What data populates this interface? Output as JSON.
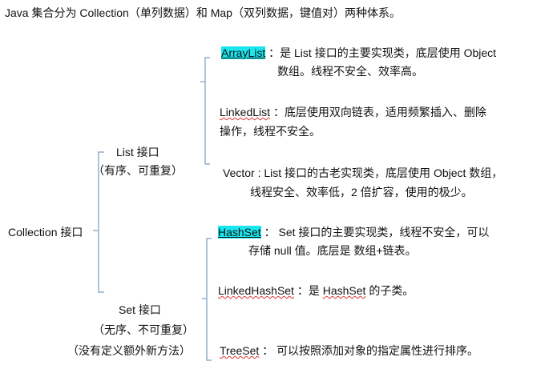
{
  "title": "Java 集合分为 Collection（单列数据）和 Map（双列数据，键值对）两种体系。",
  "root": "Collection 接口",
  "list": {
    "label": "List 接口",
    "note": "（有序、可重复）",
    "items": [
      {
        "name": "ArrayList",
        "sep": "：",
        "line1": "是 List 接口的主要实现类，底层使用 Object",
        "line2": "数组。线程不安全、效率高。"
      },
      {
        "name": "LinkedList",
        "sep": "：",
        "line1": "底层使用双向链表，适用频繁插入、删除",
        "line2": "操作，线程不安全。"
      },
      {
        "name": "Vector",
        "sep": ":",
        "line1": "List 接口的古老实现类，底层使用 Object 数组，",
        "line2": "线程安全、效率低，2 倍扩容，使用的极少。"
      }
    ]
  },
  "set": {
    "label": "Set 接口",
    "note": "（无序、不可重复）",
    "note2": "（没有定义额外新方法）",
    "items": [
      {
        "name": "HashSet",
        "sep": "：",
        "line1": "Set 接口的主要实现类，线程不安全，可以",
        "line2": "存储 null 值。底层是 数组+链表。"
      },
      {
        "name": "LinkedHashSet",
        "sep": "：",
        "line1a": "是 ",
        "ref": "HashSet",
        "line1b": " 的子类。"
      },
      {
        "name": "TreeSet",
        "sep": "：",
        "line1": "可以按照添加对象的指定属性进行排序。"
      }
    ]
  },
  "colors": {
    "bracket": "#8fb0d0",
    "highlight": "#19e6ef"
  }
}
